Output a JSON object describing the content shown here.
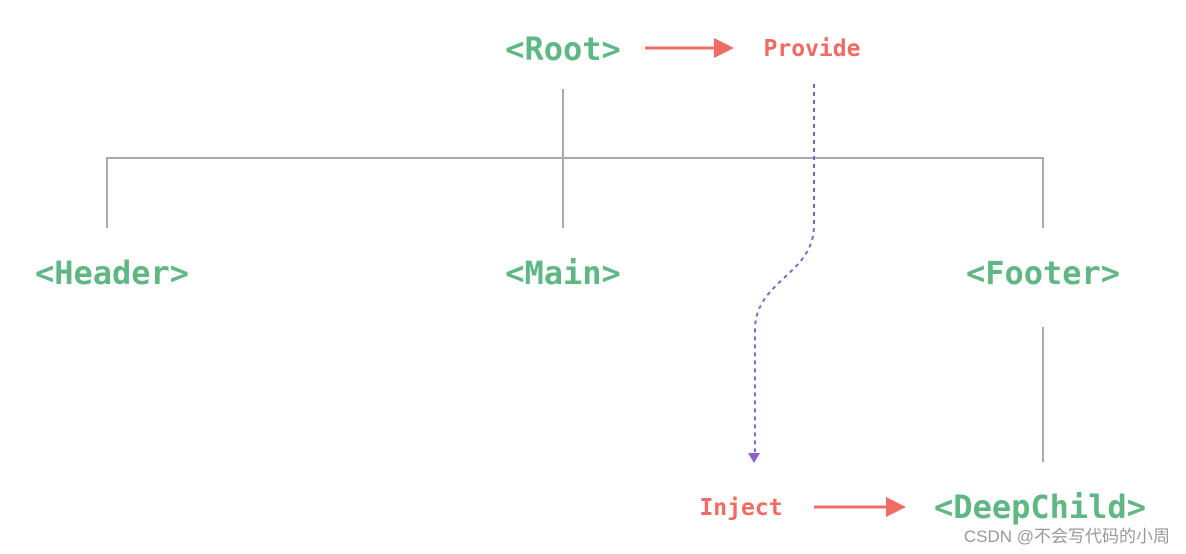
{
  "nodes": {
    "root": "<Root>",
    "header": "<Header>",
    "main": "<Main>",
    "footer": "<Footer>",
    "deep_child": "<DeepChild>"
  },
  "actions": {
    "provide": "Provide",
    "inject": "Inject"
  },
  "watermark": "CSDN @不会写代码的小周",
  "colors": {
    "component": "#5fb784",
    "action": "#ef6c64",
    "tree_line": "#aaaaaa",
    "inject_path": "#8a63c8"
  }
}
